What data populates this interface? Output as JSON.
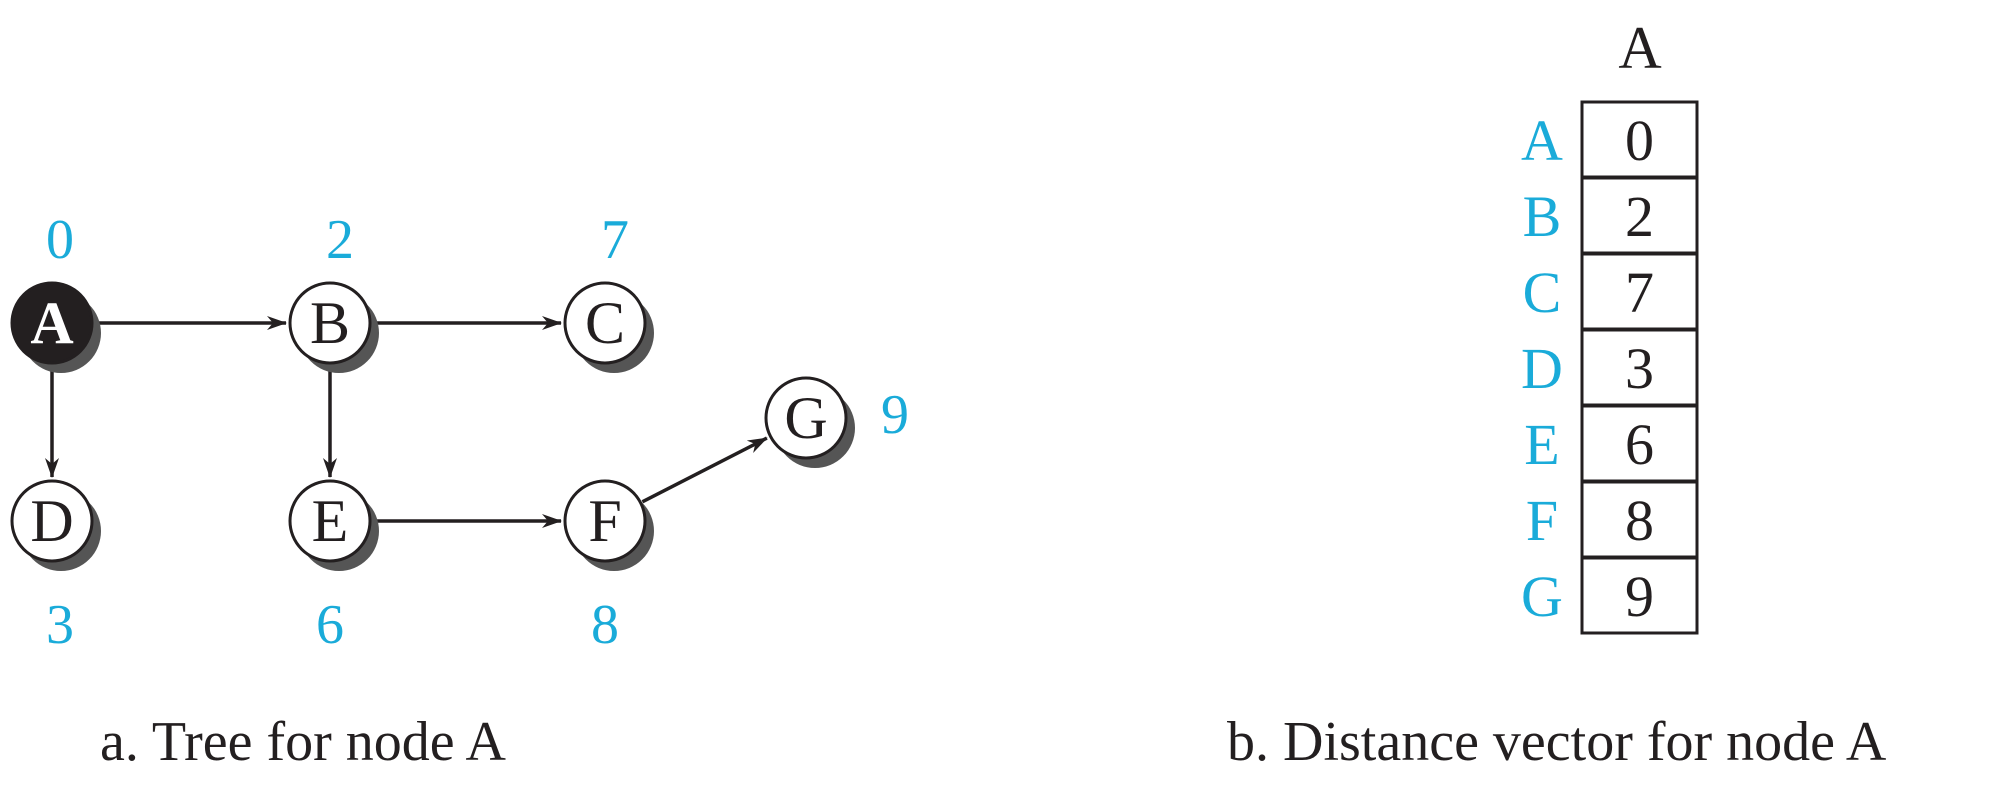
{
  "colors": {
    "cost": "#1aabd9",
    "ink": "#231f20",
    "root_fill": "#231f20",
    "node_fill": "#ffffff",
    "shadow": "#555555"
  },
  "tree": {
    "root": "A",
    "nodes": [
      {
        "id": "A",
        "label": "A",
        "cost": "0"
      },
      {
        "id": "B",
        "label": "B",
        "cost": "2"
      },
      {
        "id": "C",
        "label": "C",
        "cost": "7"
      },
      {
        "id": "D",
        "label": "D",
        "cost": "3"
      },
      {
        "id": "E",
        "label": "E",
        "cost": "6"
      },
      {
        "id": "F",
        "label": "F",
        "cost": "8"
      },
      {
        "id": "G",
        "label": "G",
        "cost": "9"
      }
    ],
    "edges": [
      {
        "from": "A",
        "to": "B"
      },
      {
        "from": "B",
        "to": "C"
      },
      {
        "from": "A",
        "to": "D"
      },
      {
        "from": "B",
        "to": "E"
      },
      {
        "from": "E",
        "to": "F"
      },
      {
        "from": "F",
        "to": "G"
      }
    ],
    "caption": "a. Tree for node A"
  },
  "vector": {
    "header": "A",
    "rows": [
      {
        "label": "A",
        "value": "0"
      },
      {
        "label": "B",
        "value": "2"
      },
      {
        "label": "C",
        "value": "7"
      },
      {
        "label": "D",
        "value": "3"
      },
      {
        "label": "E",
        "value": "6"
      },
      {
        "label": "F",
        "value": "8"
      },
      {
        "label": "G",
        "value": "9"
      }
    ],
    "caption": "b. Distance vector for node A"
  }
}
